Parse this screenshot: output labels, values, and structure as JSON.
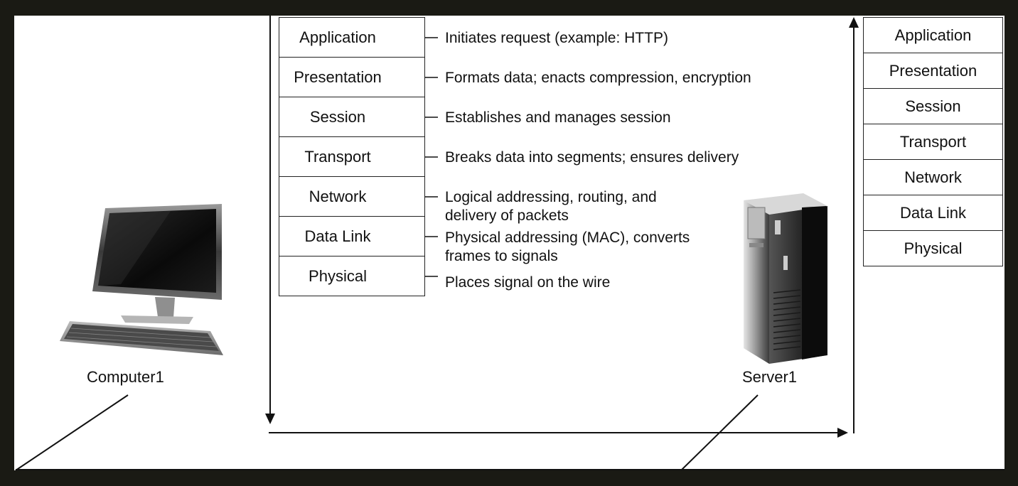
{
  "left_stack": {
    "layers": [
      {
        "name": "Application",
        "description": "Initiates request (example: HTTP)"
      },
      {
        "name": "Presentation",
        "description": "Formats data; enacts compression, encryption"
      },
      {
        "name": "Session",
        "description": "Establishes and manages session"
      },
      {
        "name": "Transport",
        "description": "Breaks data into segments; ensures delivery"
      },
      {
        "name": "Network",
        "description": "Logical addressing, routing, and\ndelivery of packets"
      },
      {
        "name": "Data Link",
        "description": "Physical addressing (MAC), converts\nframes to signals"
      },
      {
        "name": "Physical",
        "description": "Places signal on the wire"
      }
    ]
  },
  "right_stack": {
    "layers": [
      "Application",
      "Presentation",
      "Session",
      "Transport",
      "Network",
      "Data Link",
      "Physical"
    ]
  },
  "devices": {
    "client_label": "Computer1",
    "server_label": "Server1"
  },
  "icons": {
    "client": "desktop-computer-icon",
    "server": "tower-server-icon"
  },
  "colors": {
    "frame": "#1a1a14",
    "background": "#ffffff",
    "line": "#111111"
  }
}
